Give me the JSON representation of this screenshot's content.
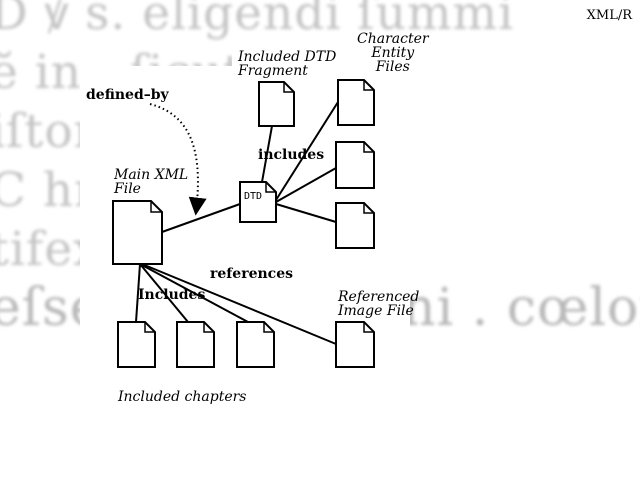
{
  "corner_label": "XML/R",
  "background_text": [
    "D ꝟ s. eligendi ſummi",
    "ĕ in , ſicuti",
    "iſtor alibus i",
    "C hr filius ,",
    "tifex gum vi",
    "eſse claues regni . cœlor"
  ],
  "diagram": {
    "main_file_label": [
      "Main XML",
      "File"
    ],
    "dtd_label": "DTD",
    "dtd_fragment_label": [
      "Included DTD",
      "Fragment"
    ],
    "entity_files_label": [
      "Character",
      "Entity",
      "Files"
    ],
    "image_file_label": [
      "Referenced",
      "Image File"
    ],
    "chapters_label": "Included chapters",
    "edge_defined_by": "defined–by",
    "edge_includes_dtd": "includes",
    "edge_references": "references",
    "edge_includes_chapters": "Includes"
  }
}
